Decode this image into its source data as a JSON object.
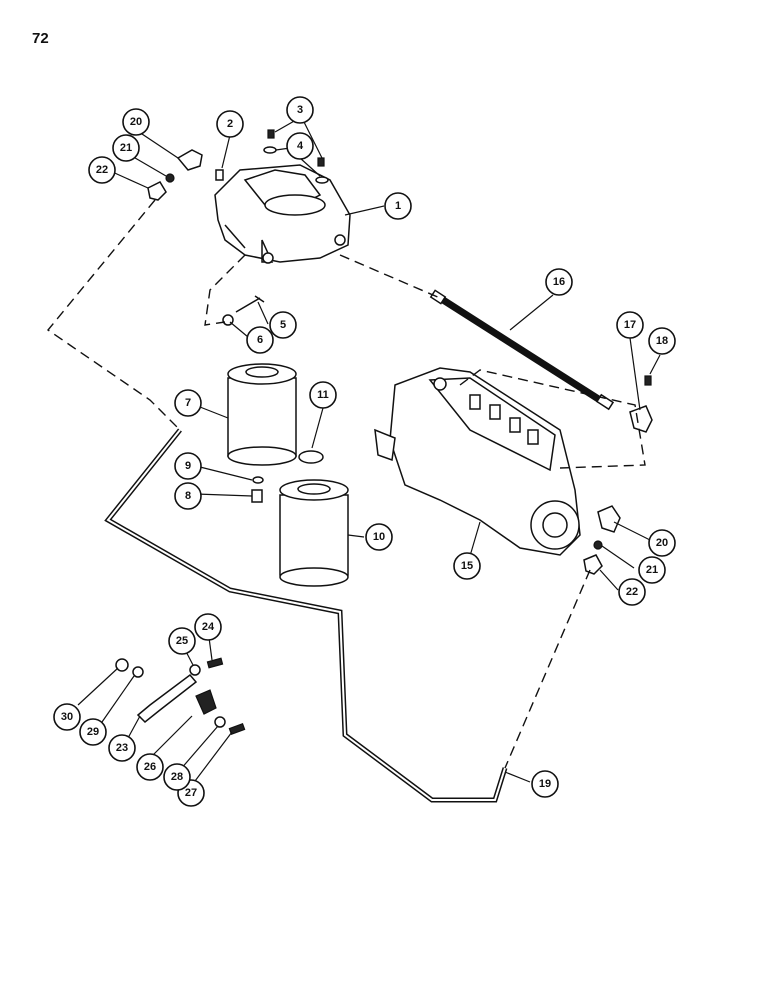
{
  "page_number": "72",
  "callouts": [
    "1",
    "2",
    "3",
    "4",
    "5",
    "6",
    "7",
    "8",
    "9",
    "10",
    "11",
    "15",
    "16",
    "17",
    "18",
    "19",
    "20",
    "21",
    "22",
    "23",
    "24",
    "25",
    "26",
    "27",
    "28",
    "29",
    "30",
    "20",
    "21",
    "22"
  ]
}
